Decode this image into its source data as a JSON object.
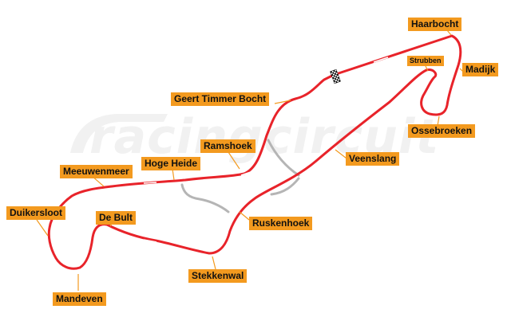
{
  "watermark": {
    "text": "racingcircuit"
  },
  "colors": {
    "track": "#e8232a",
    "kerb": "#ffffff",
    "link_road": "#b5b5b5",
    "label_bg": "#f39a1f",
    "watermark": "#f1f1f1"
  },
  "icons": {
    "finish_line": "checkered-flag-icon"
  },
  "corners": [
    {
      "id": "haarbocht",
      "name": "Haarbocht"
    },
    {
      "id": "strubben",
      "name": "Strubben"
    },
    {
      "id": "madijk",
      "name": "Madijk"
    },
    {
      "id": "geert-timmer-bocht",
      "name": "Geert Timmer Bocht"
    },
    {
      "id": "ossebroeken",
      "name": "Ossebroeken"
    },
    {
      "id": "ramshoek",
      "name": "Ramshoek"
    },
    {
      "id": "veenslang",
      "name": "Veenslang"
    },
    {
      "id": "meeuwenmeer",
      "name": "Meeuwenmeer"
    },
    {
      "id": "hoge-heide",
      "name": "Hoge Heide"
    },
    {
      "id": "duikersloot",
      "name": "Duikersloot"
    },
    {
      "id": "de-bult",
      "name": "De Bult"
    },
    {
      "id": "ruskenhoek",
      "name": "Ruskenhoek"
    },
    {
      "id": "stekkenwal",
      "name": "Stekkenwal"
    },
    {
      "id": "mandeven",
      "name": "Mandeven"
    }
  ]
}
